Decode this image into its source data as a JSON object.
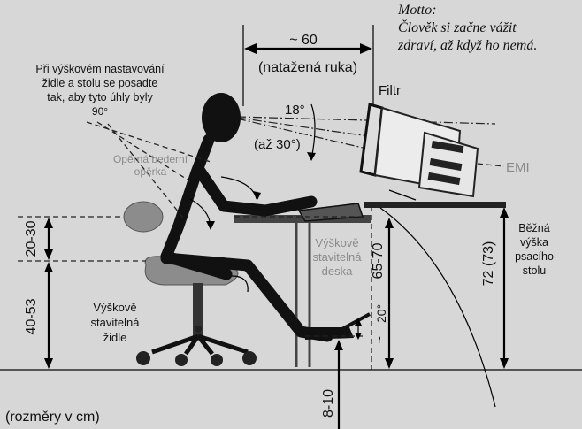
{
  "motto": {
    "line1": "Motto:",
    "line2": "Člověk si začne vážit",
    "line3": "zdraví, až když ho nemá."
  },
  "instruction": {
    "line1": "Při výškovém nastavování",
    "line2": "židle a stolu se posadte",
    "line3": "tak, aby tyto úhly byly",
    "line4": "90°"
  },
  "reach": {
    "value": "~ 60",
    "label": "(natažená ruka)"
  },
  "angles": {
    "a18": "18°",
    "a30": "(až 30°)",
    "a20": "20°",
    "tilde": "~"
  },
  "monitor": {
    "filter": "Filtr",
    "emi": "EMI"
  },
  "lumbar": {
    "line1": "Opěrná bederní",
    "line2": "opěrka"
  },
  "desk": {
    "line1": "Výškově",
    "line2": "stavitelná",
    "line3": "deska"
  },
  "chair": {
    "line1": "Výškově",
    "line2": "stavitelná",
    "line3": "židle"
  },
  "dimensions": {
    "backrest": "20-30",
    "seat": "40-53",
    "desk": "65-70",
    "standard_desk": "72 (73)",
    "footrest": "8-10"
  },
  "standard_desk_label": {
    "line1": "Běžná",
    "line2": "výška",
    "line3": "psacího",
    "line4": "stolu"
  },
  "units_note": "(rozměry v cm)",
  "colors": {
    "background": "#d7d7d7",
    "figure": "#111111",
    "chair": "#8c8c8c"
  }
}
